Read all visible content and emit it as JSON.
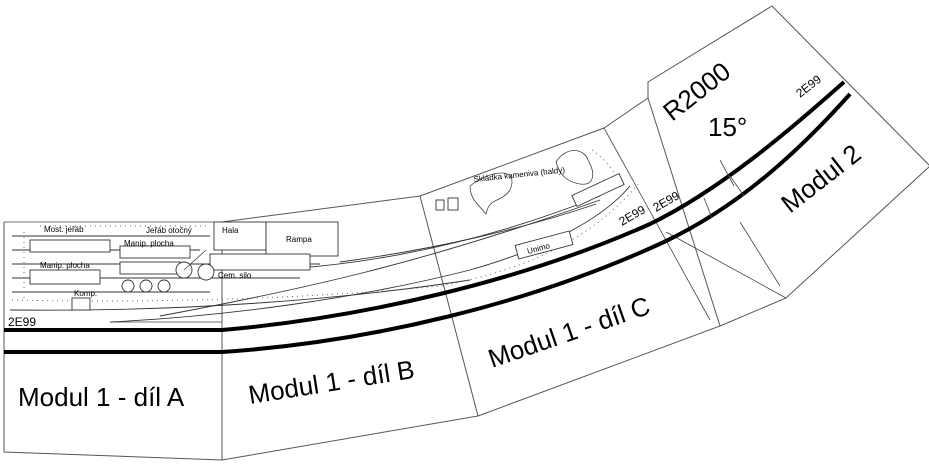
{
  "modules": {
    "a": "Modul 1 - díl A",
    "b": "Modul 1 - díl B",
    "c": "Modul 1 - díl C",
    "m2": "Modul 2"
  },
  "curve": {
    "radius": "R2000",
    "angle": "15°"
  },
  "track_code": "2E99",
  "labels": {
    "most_jerab": "Most. jeřáb",
    "jerab_otocny": "Jeřáb otočný",
    "manip_plocha_1": "Manip. plocha",
    "manip_plocha_2": "Manip. plocha",
    "hala": "Hala",
    "rampa": "Rampa",
    "cem_silo": "Cem. silo",
    "komp": "Komp.",
    "skladka": "Skládka kameniva (haldy)",
    "unimo": "Unimo"
  }
}
